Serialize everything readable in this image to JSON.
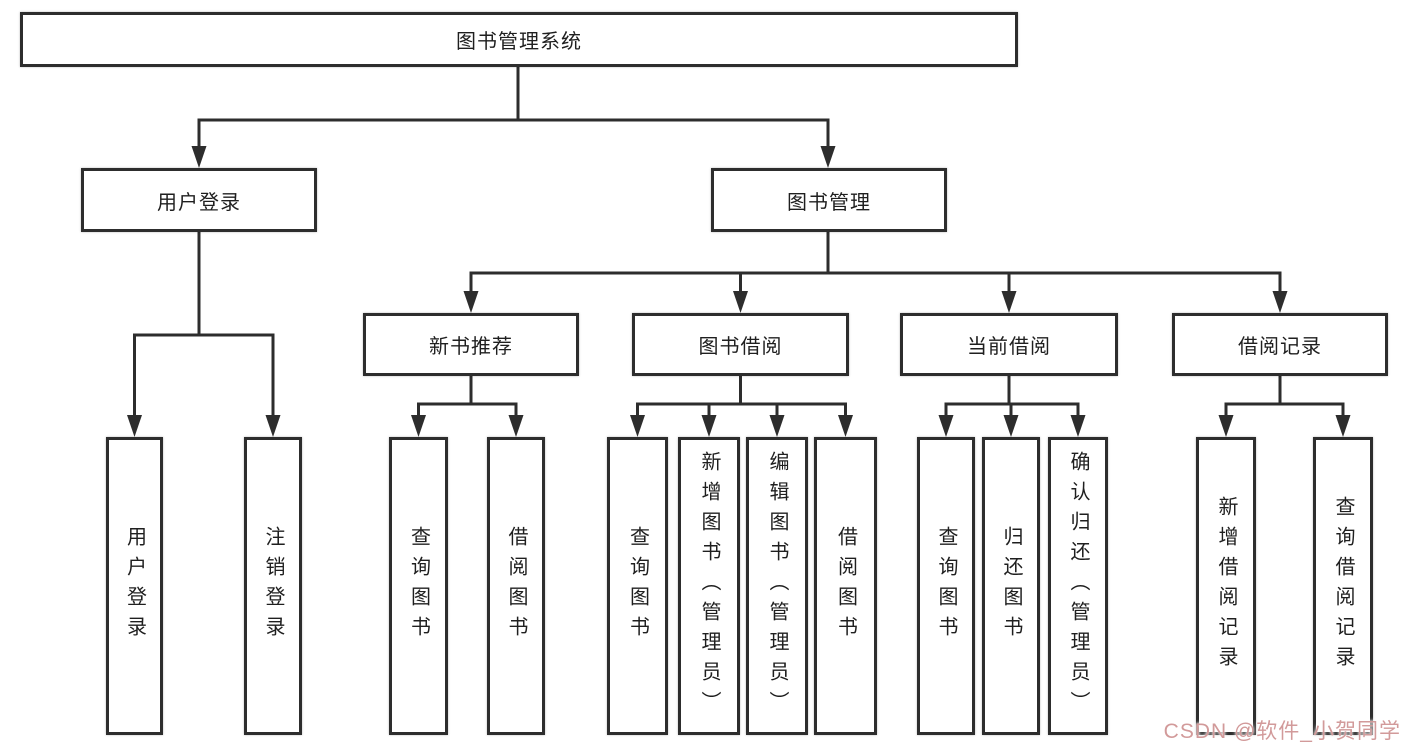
{
  "diagram": {
    "type": "hierarchy-tree",
    "orientation": "top-down"
  },
  "colors": {
    "background": "#ffffff",
    "line": "#2d2d2d",
    "box_border": "#2d2d2d",
    "text": "#1f1f1f",
    "watermark": "#d29a9a"
  },
  "tree": {
    "label": "图书管理系统",
    "children": [
      {
        "label": "用户登录",
        "children": [
          {
            "label": "用户登录"
          },
          {
            "label": "注销登录"
          }
        ]
      },
      {
        "label": "图书管理",
        "children": [
          {
            "label": "新书推荐",
            "children": [
              {
                "label": "查询图书"
              },
              {
                "label": "借阅图书"
              }
            ]
          },
          {
            "label": "图书借阅",
            "children": [
              {
                "label": "查询图书"
              },
              {
                "label": "新增图书（管理员）"
              },
              {
                "label": "编辑图书（管理员）"
              },
              {
                "label": "借阅图书"
              }
            ]
          },
          {
            "label": "当前借阅",
            "children": [
              {
                "label": "查询图书"
              },
              {
                "label": "归还图书"
              },
              {
                "label": "确认归还（管理员）"
              }
            ]
          },
          {
            "label": "借阅记录",
            "children": [
              {
                "label": "新增借阅记录"
              },
              {
                "label": "查询借阅记录"
              }
            ]
          }
        ]
      }
    ]
  },
  "watermark": {
    "text": "CSDN @软件_小贺同学"
  }
}
